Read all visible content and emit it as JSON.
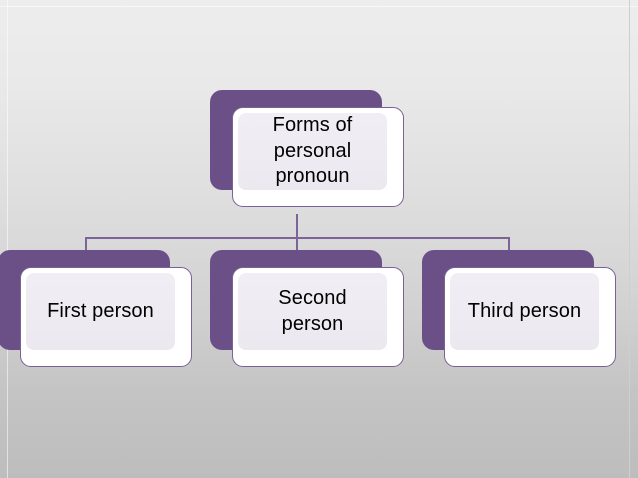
{
  "slide": {
    "title": "Forms of personal pronoun",
    "background_top_color": "#ededed",
    "background_bottom_color": "#bdbdbd",
    "accent_color": "#6b5087",
    "connector_color": "#7d6498",
    "card_fill_color": "#eeebf2",
    "card_border_color": "#7a6094",
    "text_color": "#000000"
  },
  "diagram": {
    "type": "hierarchy",
    "root": {
      "id": "root",
      "label": "Forms of\npersonal\npronoun"
    },
    "children": [
      {
        "id": "first",
        "label": "First person"
      },
      {
        "id": "second",
        "label": "Second\nperson"
      },
      {
        "id": "third",
        "label": "Third person"
      }
    ]
  }
}
